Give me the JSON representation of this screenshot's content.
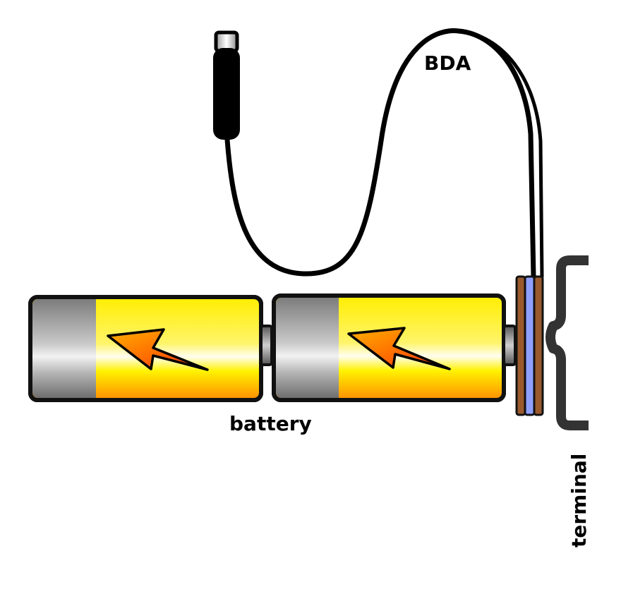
{
  "labels": {
    "bda": "BDA",
    "battery": "battery",
    "terminal": "terminal"
  },
  "components": [
    {
      "name": "battery-left",
      "kind": "battery",
      "icon": "lightning-icon"
    },
    {
      "name": "battery-right",
      "kind": "battery",
      "icon": "lightning-icon"
    },
    {
      "name": "bda-cable",
      "kind": "cable"
    },
    {
      "name": "bda-connector",
      "kind": "plug"
    },
    {
      "name": "bda-contact-rings",
      "kind": "contacts"
    },
    {
      "name": "terminal-clip",
      "kind": "terminal"
    }
  ],
  "colors": {
    "outline": "#111111",
    "battery_yellow": "#ffee00",
    "battery_orange": "#ff8c00",
    "cap_gray": "#8c8c8c",
    "cap_highlight": "#e8e8e8",
    "bolt_orange": "#ff9900",
    "bolt_red": "#e0301e",
    "ring_brown": "#9a5a2e",
    "ring_blue": "#8fa0ff",
    "terminal_gray": "#333333"
  }
}
